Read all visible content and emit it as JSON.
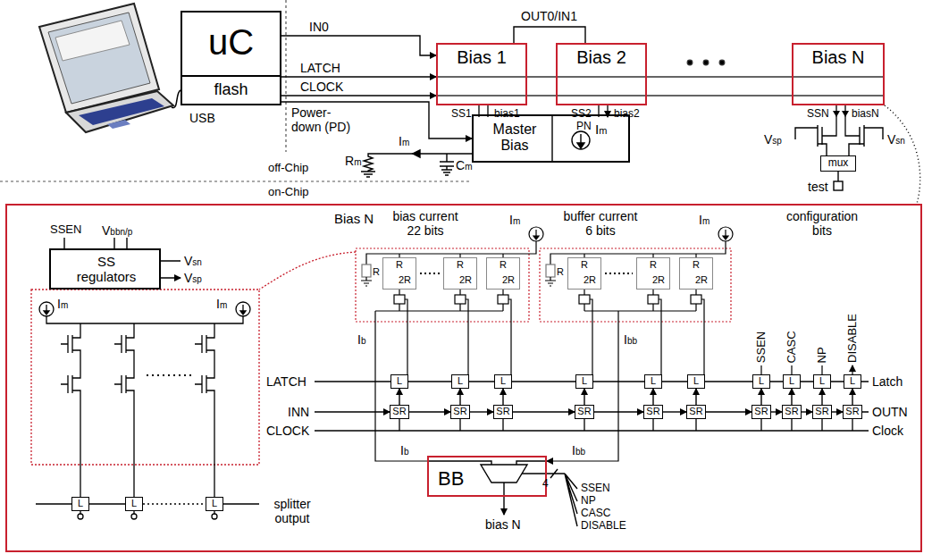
{
  "diagram": {
    "nodes": [
      {
        "text": [
          "uC"
        ]
      },
      {
        "text": [
          "flash"
        ],
        "in": 0
      },
      {
        "text": [
          "Bias 1"
        ]
      },
      {
        "text": [
          "Bias 2"
        ]
      },
      {
        "text": [
          "Bias N"
        ]
      },
      {
        "text": [
          "Master Bias",
          "Im"
        ]
      },
      {
        "text": [
          "mux"
        ]
      },
      {
        "text": [
          "Bias N"
        ]
      },
      {
        "text": [
          "SS regulators"
        ],
        "in": 7
      },
      {
        "text": [
          "R",
          "2R"
        ],
        "in": 7
      },
      {
        "text": [
          "R",
          "2R"
        ],
        "in": 7
      },
      {
        "text": [
          "R",
          "2R"
        ],
        "in": 7
      },
      {
        "text": [
          "R",
          "2R"
        ],
        "in": 7
      },
      {
        "text": [
          "R",
          "2R"
        ],
        "in": 7
      },
      {
        "text": [
          "R",
          "2R"
        ],
        "in": 7
      },
      {
        "text": [
          "L"
        ],
        "in": 7
      },
      {
        "text": [
          "L"
        ],
        "in": 7
      },
      {
        "text": [
          "L"
        ],
        "in": 7
      },
      {
        "text": [
          "L"
        ],
        "in": 7
      },
      {
        "text": [
          "L"
        ],
        "in": 7
      },
      {
        "text": [
          "L"
        ],
        "in": 7
      },
      {
        "text": [
          "L"
        ],
        "in": 7
      },
      {
        "text": [
          "L"
        ],
        "in": 7
      },
      {
        "text": [
          "L"
        ],
        "in": 7
      },
      {
        "text": [
          "L"
        ],
        "in": 7
      },
      {
        "text": [
          "SR"
        ],
        "in": 7
      },
      {
        "text": [
          "SR"
        ],
        "in": 7
      },
      {
        "text": [
          "SR"
        ],
        "in": 7
      },
      {
        "text": [
          "SR"
        ],
        "in": 7
      },
      {
        "text": [
          "SR"
        ],
        "in": 7
      },
      {
        "text": [
          "SR"
        ],
        "in": 7
      },
      {
        "text": [
          "SR"
        ],
        "in": 7
      },
      {
        "text": [
          "SR"
        ],
        "in": 7
      },
      {
        "text": [
          "SR"
        ],
        "in": 7
      },
      {
        "text": [
          "SR"
        ],
        "in": 7
      },
      {
        "text": [
          "BB"
        ],
        "in": 7
      },
      {
        "text": [
          "L"
        ],
        "in": 7
      },
      {
        "text": [
          "L"
        ],
        "in": 7
      },
      {
        "text": [
          "L"
        ],
        "in": 7
      }
    ],
    "edges": [
      {
        "from": 0,
        "to": 2,
        "label": "IN0",
        "arrow": "to"
      },
      {
        "from": 0,
        "to": 2,
        "label": "LATCH",
        "arrow": "to"
      },
      {
        "from": 0,
        "to": 2,
        "label": "CLOCK",
        "arrow": "to"
      },
      {
        "from": 0,
        "to": 5,
        "label": "Power- down (PD)",
        "arrow": "to"
      },
      {
        "from": 2,
        "to": 3,
        "label": "OUT0/IN1",
        "arrow": "none"
      },
      {
        "from": 25,
        "to": 26,
        "arrow": "to"
      },
      {
        "from": 26,
        "to": 27,
        "arrow": "to"
      },
      {
        "from": 27,
        "to": 28,
        "arrow": "to"
      },
      {
        "from": 28,
        "to": 29,
        "arrow": "to"
      },
      {
        "from": 29,
        "to": 30,
        "arrow": "to"
      },
      {
        "from": 30,
        "to": 31,
        "arrow": "to"
      },
      {
        "from": 31,
        "to": 32,
        "arrow": "to"
      },
      {
        "from": 32,
        "to": 33,
        "arrow": "to"
      },
      {
        "from": 33,
        "to": 34,
        "arrow": "to"
      },
      {
        "from": 25,
        "to": 15,
        "arrow": "to"
      },
      {
        "from": 26,
        "to": 16,
        "arrow": "to"
      },
      {
        "from": 27,
        "to": 17,
        "arrow": "to"
      },
      {
        "from": 28,
        "to": 18,
        "arrow": "to"
      },
      {
        "from": 29,
        "to": 19,
        "arrow": "to"
      },
      {
        "from": 30,
        "to": 20,
        "arrow": "to"
      },
      {
        "from": 31,
        "to": 21,
        "arrow": "to"
      },
      {
        "from": 32,
        "to": 22,
        "arrow": "to"
      },
      {
        "from": 33,
        "to": 23,
        "arrow": "to"
      },
      {
        "from": 34,
        "to": 24,
        "arrow": "to"
      }
    ],
    "labels": [
      "USB",
      "SS1",
      "bias1",
      "SS2",
      "PN",
      "bias2",
      "SSN",
      "biasN",
      "Rm",
      "Im",
      "Cm",
      "off-Chip",
      "on-Chip",
      "Vsp",
      "Vsn",
      "test",
      "SSEN",
      "Vbbn/p",
      "Vsn",
      "Vsp",
      "bias current 22 bits",
      "buffer current 6 bits",
      "configuration bits",
      "Im",
      "Im",
      "R",
      "R",
      "Ib",
      "Ibb",
      "LATCH",
      "INN",
      "CLOCK",
      "Latch",
      "OUTN",
      "Clock",
      "SSEN",
      "CASC",
      "NP",
      "DISABLE",
      "Ib",
      "Ibb",
      "4",
      "SSEN",
      "NP",
      "CASC",
      "DISABLE",
      "bias N",
      "Im",
      "Im",
      "splitter output"
    ]
  }
}
